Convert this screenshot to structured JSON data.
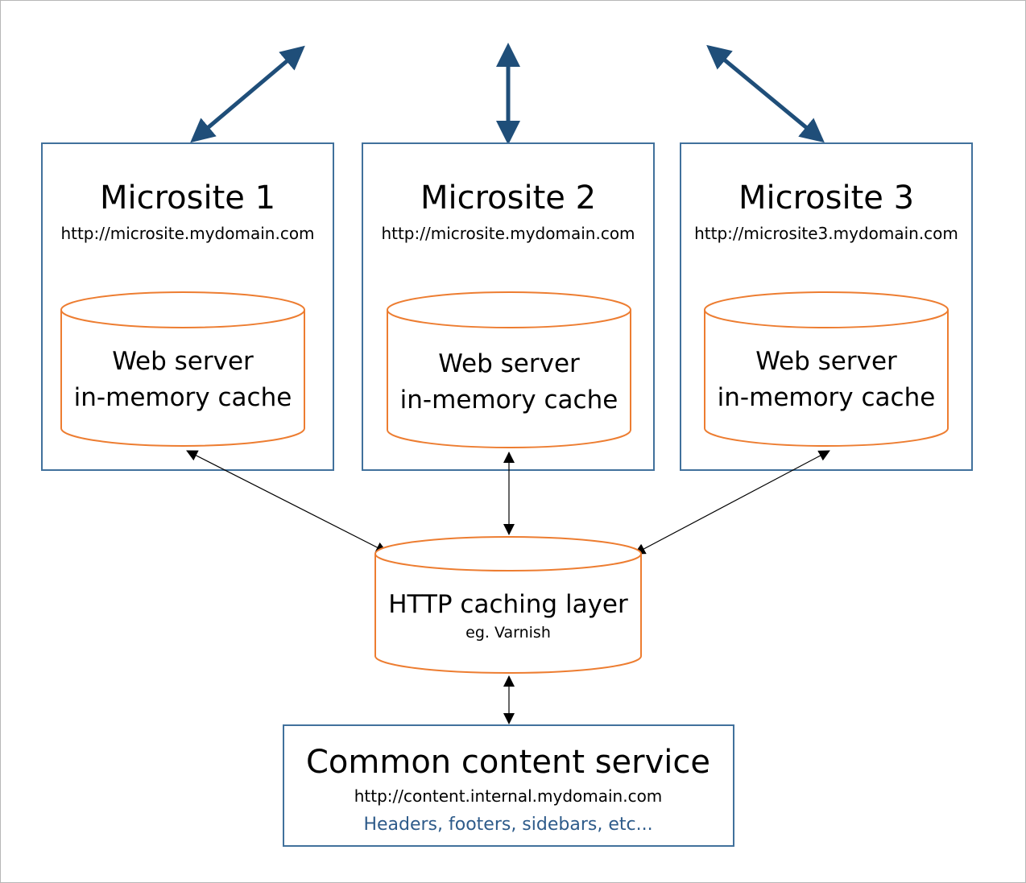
{
  "microsites": [
    {
      "title": "Microsite 1",
      "url": "http://microsite.mydomain.com",
      "cache_line1": "Web server",
      "cache_line2": "in-memory cache"
    },
    {
      "title": "Microsite 2",
      "url": "http://microsite.mydomain.com",
      "cache_line1": "Web server",
      "cache_line2": "in-memory cache"
    },
    {
      "title": "Microsite 3",
      "url": "http://microsite3.mydomain.com",
      "cache_line1": "Web server",
      "cache_line2": "in-memory cache"
    }
  ],
  "http_cache": {
    "title": "HTTP caching layer",
    "subtitle": "eg. Varnish"
  },
  "content_service": {
    "title": "Common content service",
    "url": "http://content.internal.mydomain.com",
    "note": "Headers, footers, sidebars, etc..."
  },
  "colors": {
    "box_border": "#41719c",
    "cylinder_border": "#ed7d31",
    "external_arrow": "#1f4e79",
    "note_text": "#2e5b8a"
  }
}
